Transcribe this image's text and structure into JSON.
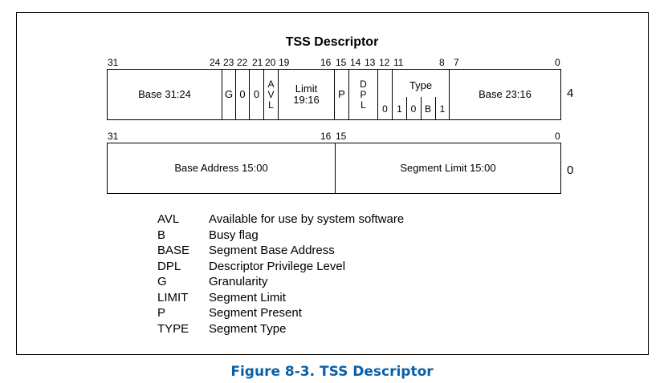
{
  "diagram": {
    "title": "TSS Descriptor",
    "upper_word": {
      "row_label": "4",
      "bit_labels": {
        "b31": "31",
        "b24": "24",
        "b23": "23",
        "b22": "22",
        "b21": "21",
        "b20": "20",
        "b19": "19",
        "b16": "16",
        "b15": "15",
        "b14": "14",
        "b13": "13",
        "b12": "12",
        "b11": "11",
        "b8": "8",
        "b7": "7",
        "b0": "0"
      },
      "fields": {
        "base_31_24": "Base 31:24",
        "g": "G",
        "zero_a": "0",
        "zero_b": "0",
        "avl": [
          "A",
          "V",
          "L"
        ],
        "limit": [
          "Limit",
          "19:16"
        ],
        "p": "P",
        "dpl": [
          "D",
          "P",
          "L"
        ],
        "zero_c": "0",
        "type": "Type",
        "type_bits": [
          "1",
          "0",
          "B",
          "1"
        ],
        "base_23_16": "Base 23:16"
      }
    },
    "lower_word": {
      "row_label": "0",
      "bit_labels": {
        "b31": "31",
        "b16": "16",
        "b15": "15",
        "b0": "0"
      },
      "fields": {
        "base_address": "Base Address 15:00",
        "segment_limit": "Segment Limit 15:00"
      }
    },
    "legend": [
      {
        "abbr": "AVL",
        "desc": "Available for use by system software"
      },
      {
        "abbr": "B",
        "desc": "Busy flag"
      },
      {
        "abbr": "BASE",
        "desc": "Segment Base Address"
      },
      {
        "abbr": "DPL",
        "desc": "Descriptor Privilege Level"
      },
      {
        "abbr": "G",
        "desc": "Granularity"
      },
      {
        "abbr": "LIMIT",
        "desc": "Segment Limit"
      },
      {
        "abbr": "P",
        "desc": "Segment Present"
      },
      {
        "abbr": "TYPE",
        "desc": "Segment Type"
      }
    ],
    "caption": "Figure 8-3.  TSS Descriptor"
  }
}
